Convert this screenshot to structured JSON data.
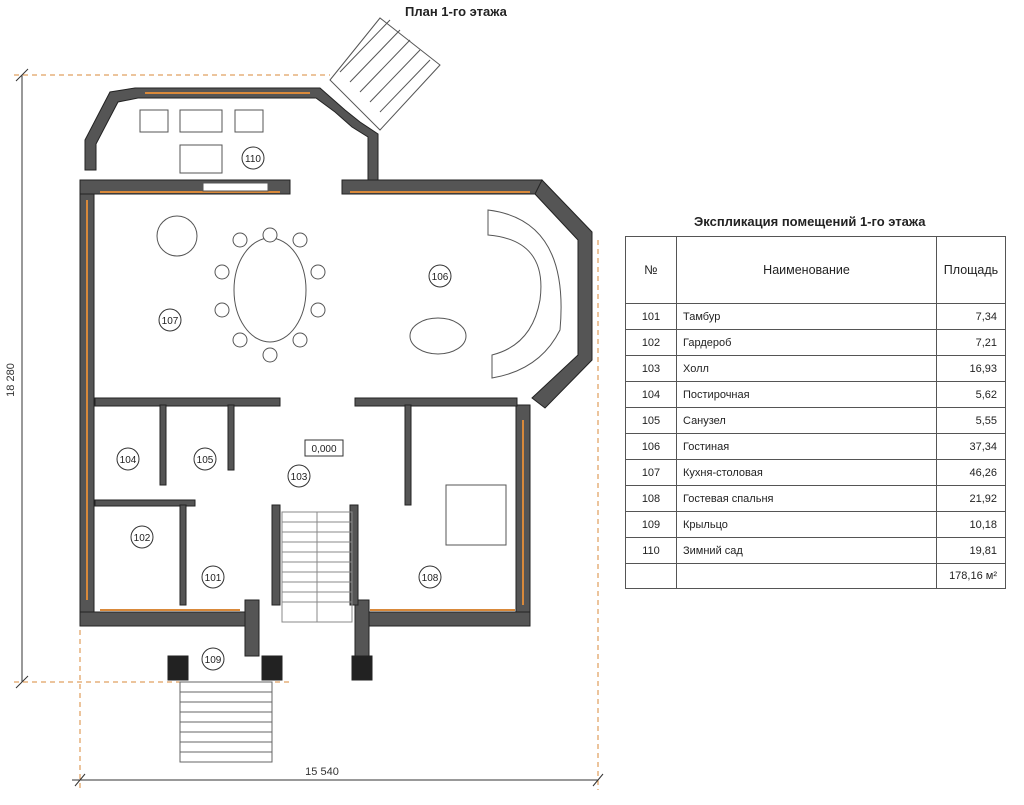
{
  "plan": {
    "title": "План 1-го этажа",
    "dim_width": "15 540",
    "dim_height": "18 280",
    "level_mark": "0,000",
    "rooms": {
      "r101": "101",
      "r102": "102",
      "r103": "103",
      "r104": "104",
      "r105": "105",
      "r106": "106",
      "r107": "107",
      "r108": "108",
      "r109": "109",
      "r110": "110"
    }
  },
  "explication": {
    "title": "Экспликация помещений 1-го этажа",
    "headers": {
      "num": "№",
      "name": "Наименование",
      "area": "Площадь"
    },
    "rows": [
      {
        "num": "101",
        "name": "Тамбур",
        "area": "7,34"
      },
      {
        "num": "102",
        "name": "Гардероб",
        "area": "7,21"
      },
      {
        "num": "103",
        "name": "Холл",
        "area": "16,93"
      },
      {
        "num": "104",
        "name": "Постирочная",
        "area": "5,62"
      },
      {
        "num": "105",
        "name": "Санузел",
        "area": "5,55"
      },
      {
        "num": "106",
        "name": "Гостиная",
        "area": "37,34"
      },
      {
        "num": "107",
        "name": "Кухня-столовая",
        "area": "46,26"
      },
      {
        "num": "108",
        "name": "Гостевая спальня",
        "area": "21,92"
      },
      {
        "num": "109",
        "name": "Крыльцо",
        "area": "10,18"
      },
      {
        "num": "110",
        "name": "Зимний сад",
        "area": "19,81"
      }
    ],
    "total": "178,16 м²"
  }
}
